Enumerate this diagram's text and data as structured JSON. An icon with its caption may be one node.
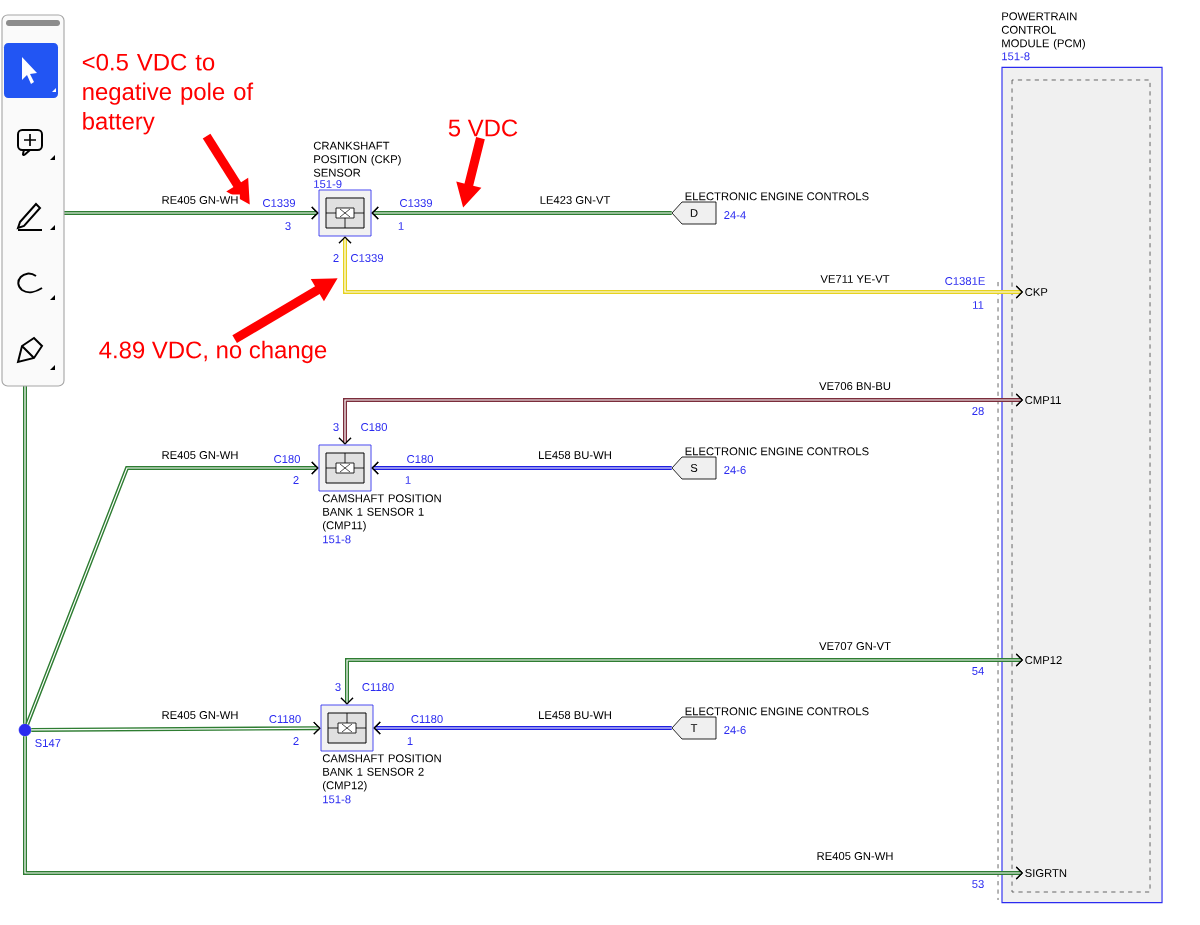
{
  "diagram": {
    "nodes": [
      {
        "text": [
          "POWERTRAIN CONTROL MODULE (PCM)",
          "151-8"
        ]
      },
      {
        "text": [
          "CKP"
        ],
        "in": 0,
        "beside": [
          "C1381E",
          "11"
        ]
      },
      {
        "text": [
          "CMP11"
        ],
        "in": 0,
        "beside": [
          "28"
        ]
      },
      {
        "text": [
          "CMP12"
        ],
        "in": 0,
        "beside": [
          "54"
        ]
      },
      {
        "text": [
          "SIGRTN"
        ],
        "in": 0,
        "beside": [
          "53"
        ]
      },
      {
        "text": [
          "CRANKSHAFT POSITION (CKP) SENSOR",
          "151-9"
        ],
        "beside": [
          "C1339",
          "3",
          "C1339",
          "1",
          "2",
          "C1339"
        ]
      },
      {
        "text": [
          "CAMSHAFT POSITION BANK 1 SENSOR 1 (CMP11)",
          "151-8"
        ],
        "beside": [
          "3",
          "C180",
          "C180",
          "2",
          "C180",
          "1"
        ]
      },
      {
        "text": [
          "CAMSHAFT POSITION BANK 1 SENSOR 2 (CMP12)",
          "151-8"
        ],
        "beside": [
          "3",
          "C1180",
          "C1180",
          "2",
          "C1180",
          "1"
        ]
      },
      {
        "text": [
          "D"
        ],
        "beside": [
          "ELECTRONIC ENGINE CONTROLS",
          "24-4"
        ]
      },
      {
        "text": [
          "S"
        ],
        "beside": [
          "ELECTRONIC ENGINE CONTROLS",
          "24-6"
        ]
      },
      {
        "text": [
          "T"
        ],
        "beside": [
          "ELECTRONIC ENGINE CONTROLS",
          "24-6"
        ]
      },
      {
        "text": [],
        "shape": "circle",
        "beside": [
          "S147"
        ]
      },
      {
        "text": [
          "<0.5 VDC to negative pole of battery"
        ]
      },
      {
        "text": [
          "5 VDC"
        ]
      },
      {
        "text": [
          "4.89 VDC, no change"
        ]
      }
    ],
    "edges": [
      {
        "from": 11,
        "to": 5,
        "arrow": "to",
        "label": "RE405 GN-WH"
      },
      {
        "from": 8,
        "to": 5,
        "arrow": "to",
        "label": "LE423 GN-VT"
      },
      {
        "from": 5,
        "to": 1,
        "arrow": "both",
        "label": "VE711 YE-VT",
        "color": "#e6d21e"
      },
      {
        "from": 6,
        "to": 2,
        "arrow": "both",
        "label": "VE706 BN-BU",
        "color": "#7b2d3b"
      },
      {
        "from": 11,
        "to": 6,
        "arrow": "to",
        "label": "RE405 GN-WH"
      },
      {
        "from": 9,
        "to": 6,
        "arrow": "to",
        "label": "LE458 BU-WH",
        "color": "#1f1fe0"
      },
      {
        "from": 7,
        "to": 3,
        "arrow": "both",
        "label": "VE707 GN-VT"
      },
      {
        "from": 11,
        "to": 7,
        "arrow": "to",
        "label": "RE405 GN-WH"
      },
      {
        "from": 10,
        "to": 7,
        "arrow": "to",
        "label": "LE458 BU-WH",
        "color": "#1f1fe0"
      },
      {
        "from": 11,
        "to": 4,
        "arrow": "to",
        "label": "RE405 GN-WH"
      },
      {
        "from": 12,
        "to": null,
        "arrow": "to",
        "style": "thick",
        "color": "#ff0000"
      },
      {
        "from": 13,
        "to": null,
        "arrow": "to",
        "style": "thick",
        "color": "#ff0000"
      },
      {
        "from": 14,
        "to": null,
        "arrow": "to",
        "style": "thick",
        "color": "#ff0000"
      }
    ]
  }
}
